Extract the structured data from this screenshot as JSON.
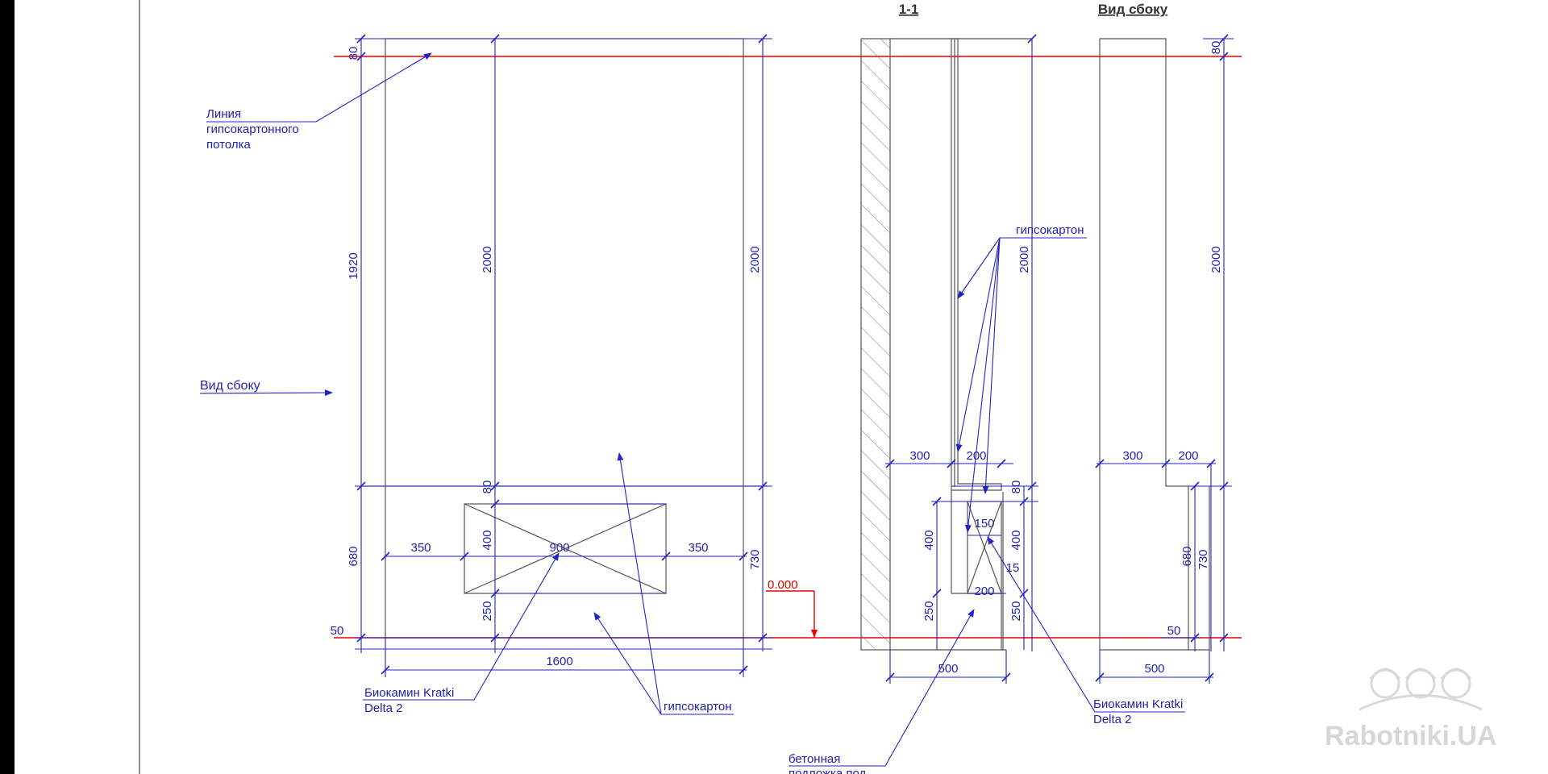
{
  "section_title": "1-1",
  "side_view_title": "Вид сбоку",
  "labels": {
    "ceiling_line_1": "Линия",
    "ceiling_line_2": "гипсокартонного",
    "ceiling_line_3": "потолка",
    "side_view_arrow": "Вид сбоку",
    "elevation": "0.000",
    "drywall_section": "гипсокартон",
    "drywall_front": "гипсокартон",
    "biofireplace_front_1": "Биокамин Kratki",
    "biofireplace_front_2": "Delta 2",
    "biofireplace_section_1": "Биокамин Kratki",
    "biofireplace_section_2": "Delta 2",
    "concrete_1": "бетонная",
    "concrete_2": "подложка под"
  },
  "dimensions": {
    "front": {
      "top": "80",
      "upper_left": "1920",
      "upper_mid": "2000",
      "upper_right": "2000",
      "lower_left": "680",
      "box_top": "80",
      "box_height": "400",
      "box_bottom": "250",
      "left_offset": "350",
      "box_width": "900",
      "right_offset": "350",
      "right_lower": "730",
      "base": "50",
      "total_width": "1600"
    },
    "section": {
      "w_300": "300",
      "w_200": "200",
      "h_2000": "2000",
      "h_80": "80",
      "inner_150": "150",
      "h_400_left": "400",
      "h_400_right": "400",
      "d_15": "15",
      "w_200_bottom": "200",
      "h_250_left": "250",
      "h_250_right": "250",
      "total_500": "500"
    },
    "side": {
      "top_80": "80",
      "h_2000": "2000",
      "w_300": "300",
      "w_200": "200",
      "h_680": "680",
      "h_730": "730",
      "base_50": "50",
      "total_500": "500"
    }
  },
  "watermark": "Rabotniki.UA",
  "colors": {
    "drawing_lines": "#555555",
    "dimension_lines": "#2222c8",
    "level_lines": "#ee0000",
    "background": "#ffffff"
  }
}
